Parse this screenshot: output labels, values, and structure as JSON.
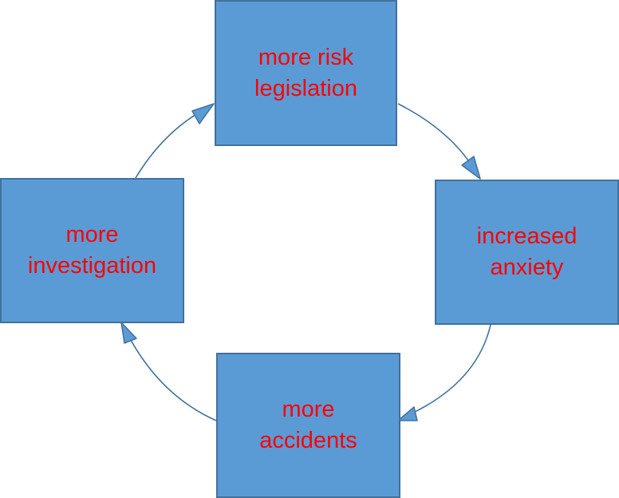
{
  "diagram": {
    "colors": {
      "box_fill": "#5b9bd5",
      "box_border": "#41719c",
      "text": "#ff0000",
      "arrow": "#41719c",
      "arrowhead": "#5b9bd5"
    },
    "nodes": [
      {
        "id": "top",
        "lines": [
          "more risk",
          "legislation"
        ]
      },
      {
        "id": "right",
        "lines": [
          "increased",
          "anxiety"
        ]
      },
      {
        "id": "bottom",
        "lines": [
          "more",
          "accidents"
        ]
      },
      {
        "id": "left",
        "lines": [
          "more",
          "investigation"
        ]
      }
    ],
    "edges": [
      {
        "from": "top",
        "to": "right"
      },
      {
        "from": "right",
        "to": "bottom"
      },
      {
        "from": "bottom",
        "to": "left"
      },
      {
        "from": "left",
        "to": "top"
      }
    ]
  }
}
